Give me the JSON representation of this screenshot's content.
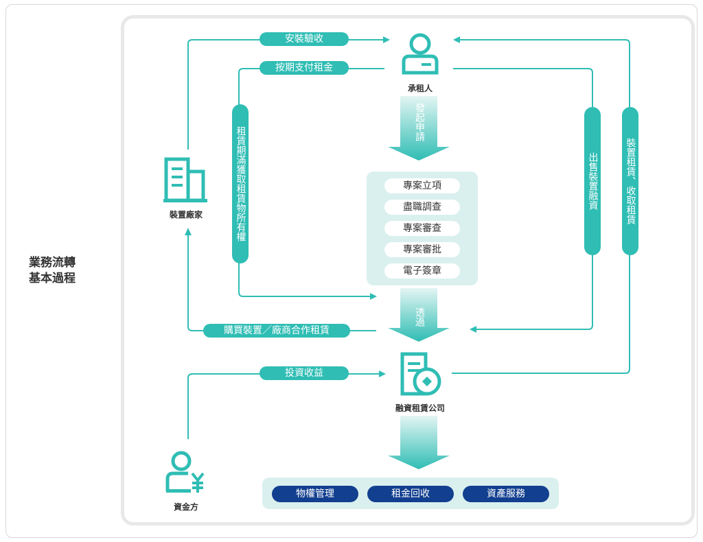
{
  "title_lines": [
    "業務流轉",
    "基本過程"
  ],
  "nodes": {
    "lessee": "承租人",
    "manufacturer": "裝置廠家",
    "leasing_company": "融資租賃公司",
    "investor": "資金方"
  },
  "flows": {
    "install_acceptance": "安裝驗收",
    "pay_rent": "按期支付租金",
    "ownership_on_expiry": "租賃期滿獲取租賃物所有權",
    "sell_device_financing": "出售裝置融資",
    "device_lease_collect_rent": "裝置租賃、收取租賃",
    "purchase_device": "購買裝置／廠商合作租賃",
    "investment_return": "投資收益"
  },
  "arrows": {
    "initiate_application": "發起申請",
    "through": "透過"
  },
  "process_steps": [
    "專案立項",
    "盡職調查",
    "專案審查",
    "專案審批",
    "電子簽章"
  ],
  "services": [
    "物權管理",
    "租金回收",
    "資產服務"
  ],
  "colors": {
    "teal": "#2fbdb4",
    "navy": "#123f8f",
    "light_teal": "#daf0ee"
  }
}
